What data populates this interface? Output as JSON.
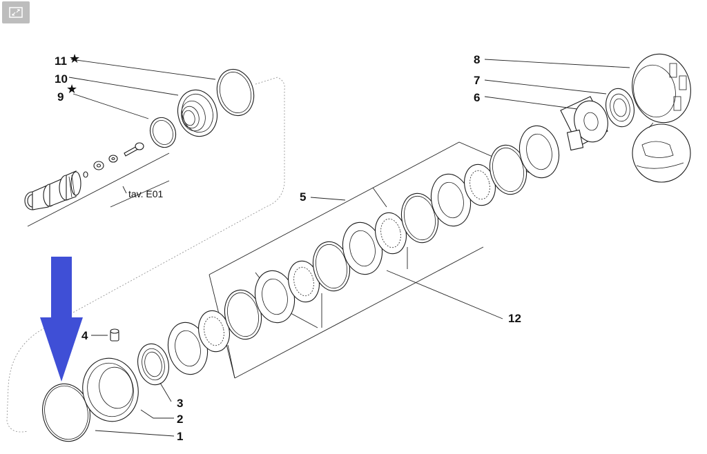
{
  "toolbar": {
    "expand_icon": "expand-icon"
  },
  "callouts": {
    "c1": "1",
    "c2": "2",
    "c3": "3",
    "c4": "4",
    "c5": "5",
    "c6": "6",
    "c7": "7",
    "c8": "8",
    "c9": "9",
    "c10": "10",
    "c11": "11",
    "c12": "12"
  },
  "markers": {
    "star": "★"
  },
  "reference": {
    "table_ref": "tav. E01"
  },
  "colors": {
    "arrow": "#3f4fd6",
    "line": "#222222",
    "dashed": "#888888",
    "button": "#bdbdbd"
  }
}
